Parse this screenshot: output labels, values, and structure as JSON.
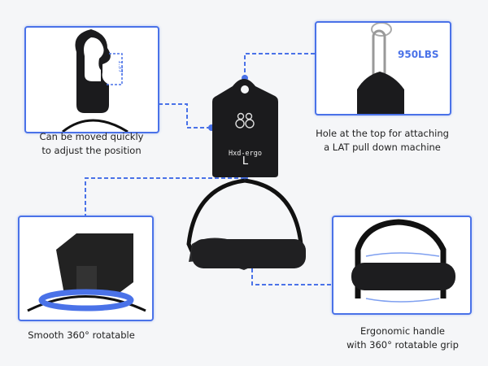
{
  "brand": "Hxd-ergo",
  "size_label": "L",
  "accent_color": "#4a72e8",
  "callouts": {
    "hook": {
      "caption_line1": "Can be moved quickly",
      "caption_line2": "to adjust the position",
      "dimension": "1.37\""
    },
    "hole": {
      "caption_line1": "Hole at the top for attaching",
      "caption_line2": "a LAT pull down machine",
      "load": "950LBS"
    },
    "swivel": {
      "caption_line1": "Smooth 360° rotatable"
    },
    "grip": {
      "caption_line1": "Ergonomic handle",
      "caption_line2": "with 360° rotatable grip"
    }
  }
}
